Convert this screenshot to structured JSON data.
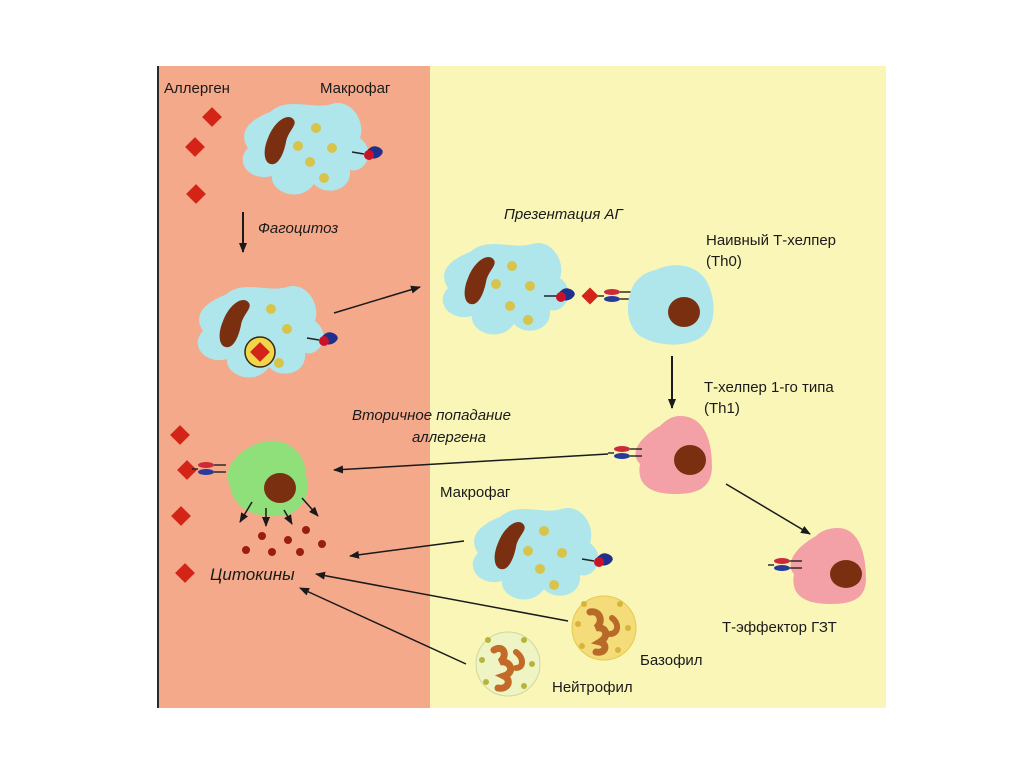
{
  "labels": {
    "allergen": "Аллерген",
    "macrophage_top": "Макрофаг",
    "phagocytosis": "Фагоцитоз",
    "ag_presentation": "Презентация АГ",
    "naive_th_line1": "Наивный Т-хелпер",
    "naive_th_line2": "(Th0)",
    "th1_line1": "Т-хелпер 1-го типа",
    "th1_line2": "(Th1)",
    "secondary_line1": "Вторичное попадание",
    "secondary_line2": "аллергена",
    "macrophage_bottom": "Макрофаг",
    "cytokines": "Цитокины",
    "t_effector": "Т-эффектор ГЗТ",
    "basophil": "Базофил",
    "neutrophil": "Нейтрофил"
  },
  "colors": {
    "left_panel": "#f4a98a",
    "right_panel": "#f9f6b8",
    "macrophage": "#aee6ec",
    "t_cell": "#f3a0a6",
    "memory_cell": "#8fe07a",
    "nucleus": "#7a3010",
    "allergen": "#d42418",
    "granule": "#d8c44a",
    "cytokine_dot": "#9a1d14"
  }
}
